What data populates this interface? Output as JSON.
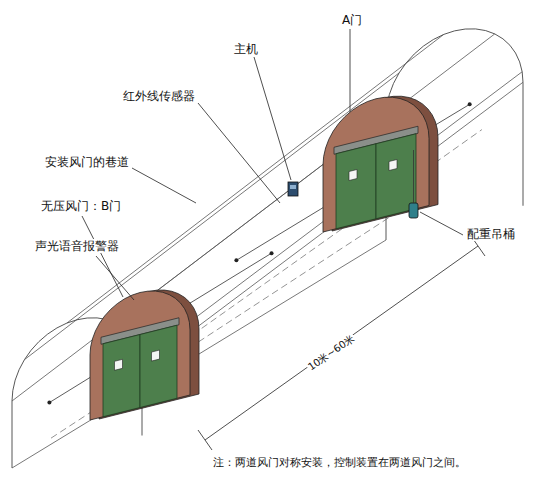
{
  "diagram": {
    "labels": [
      "A门",
      "主机",
      "红外线传感器",
      "安装风门的巷道",
      "无压风门：B门",
      "声光语音报警器",
      "配重吊桶",
      "10米~60米",
      "注：两道风门对称安装，控制装置在两道风门之间。"
    ]
  }
}
